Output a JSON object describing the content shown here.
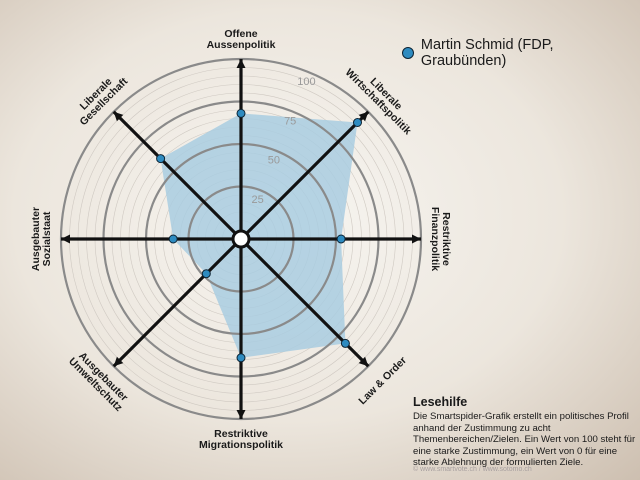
{
  "chart_data": {
    "type": "radar",
    "axes": [
      "Offene Aussenpolitik",
      "Liberale Wirtschaftspolitik",
      "Restriktive Finanzpolitik",
      "Law & Order",
      "Restriktive Migrationspolitik",
      "Ausgebauter Umweltschutz",
      "Ausgebauter Sozialstaat",
      "Liberale Gesellschaft"
    ],
    "axis_label_lines": [
      [
        "Offene",
        "Aussenpolitik"
      ],
      [
        "Liberale",
        "Wirtschaftspolitik"
      ],
      [
        "Restriktive",
        "Finanzpolitik"
      ],
      [
        "Law & Order"
      ],
      [
        "Restriktive",
        "Migrationspolitik"
      ],
      [
        "Ausgebauter",
        "Umweltschutz"
      ],
      [
        "Ausgebauter",
        "Sozialstaat"
      ],
      [
        "Liberale",
        "Gesellschaft"
      ]
    ],
    "ring_values": [
      25,
      50,
      75,
      100
    ],
    "range": [
      0,
      100
    ],
    "series": [
      {
        "name": "Martin Schmid (FDP, Graubünden)",
        "values": [
          68,
          91,
          53,
          81,
          64,
          23,
          34,
          61
        ]
      }
    ],
    "colors": {
      "area": "#a9cde0",
      "marker": "#2e8bc0",
      "axis": "#111111",
      "ring": "#8a8a8a"
    }
  },
  "legend": {
    "label": "Martin Schmid (FDP, Graubünden)"
  },
  "help": {
    "title": "Lesehilfe",
    "text": "Die Smartspider-Grafik erstellt ein politisches Profil anhand der Zustimmung zu acht Themenbereichen/Zielen. Ein Wert von 100 steht für eine starke Zustimmung, ein Wert von 0 für eine starke Ablehnung der formulierten Ziele."
  },
  "source": "© www.smartvote.ch / www.sotomo.ch"
}
